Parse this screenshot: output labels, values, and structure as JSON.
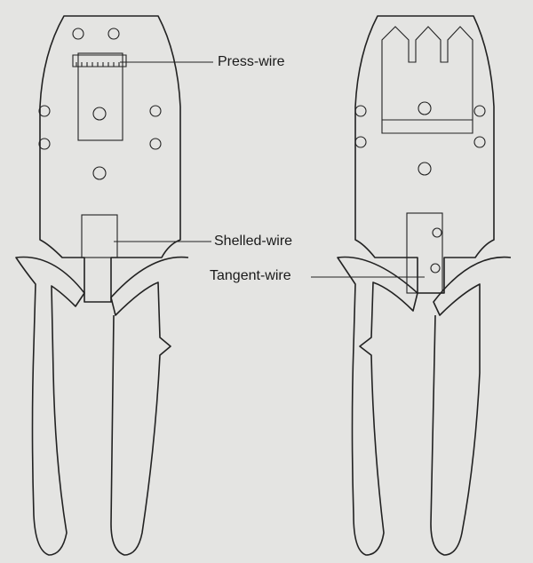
{
  "labels": {
    "press_wire": "Press-wire",
    "shelled_wire": "Shelled-wire",
    "tangent_wire": "Tangent-wire"
  }
}
